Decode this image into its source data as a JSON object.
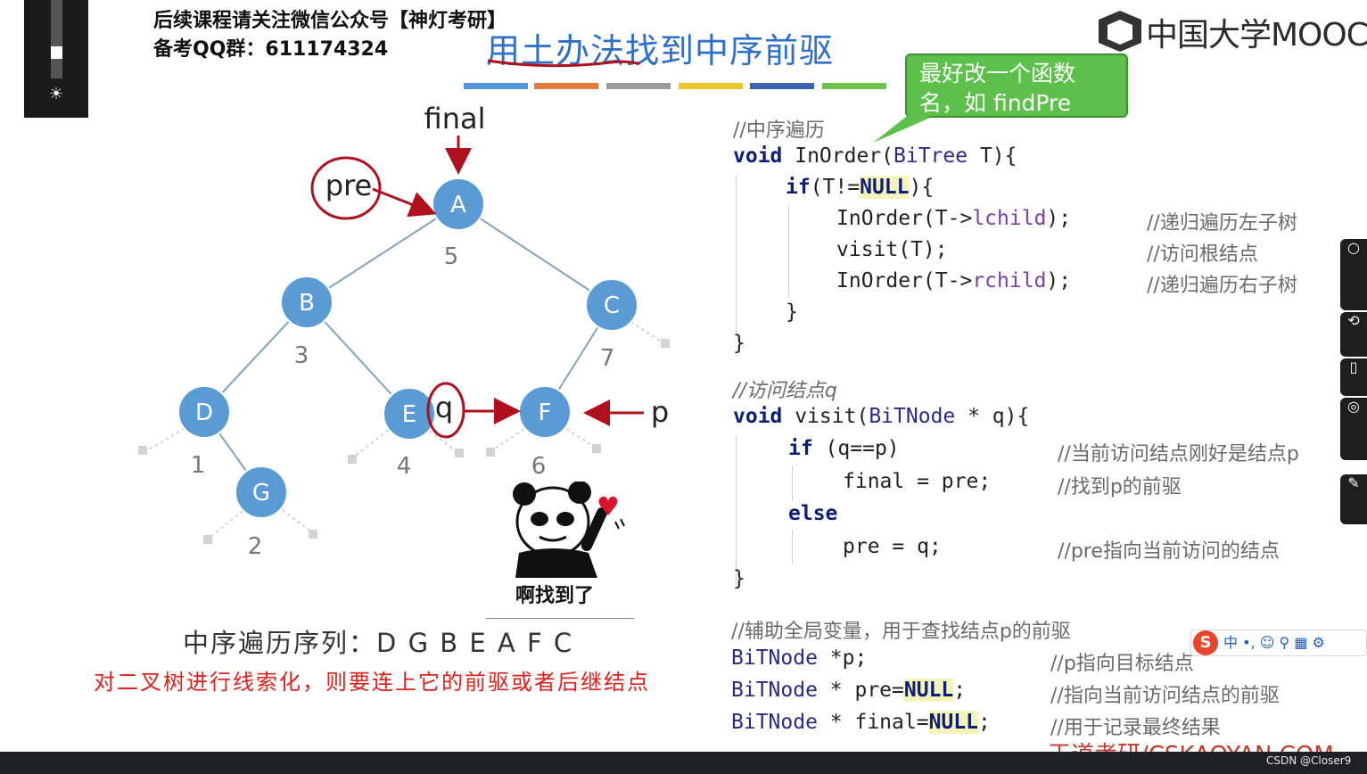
{
  "header": {
    "notice_line_1": "后续课程请关注微信公众号【神灯考研】",
    "notice_line_2": "备考QQ群：611174324",
    "slide_title": "用土办法找到中序前驱",
    "logo_text": "中国大学MOOC",
    "color_bars": [
      "#4f97d6",
      "#e07c3e",
      "#9c9c9c",
      "#e8c62e",
      "#3d63b4",
      "#6cc24a"
    ]
  },
  "callout": {
    "text_line_1": "最好改一个函数",
    "text_line_2": "名，如 findPre"
  },
  "tree": {
    "final_label": "final",
    "pre_label": "pre",
    "q_label": "q",
    "p_label": "p",
    "nodes": [
      {
        "id": "A",
        "order": "5"
      },
      {
        "id": "B",
        "order": "3"
      },
      {
        "id": "C",
        "order": "7"
      },
      {
        "id": "D",
        "order": "1"
      },
      {
        "id": "E",
        "order": "4"
      },
      {
        "id": "F",
        "order": "6"
      },
      {
        "id": "G",
        "order": "2"
      }
    ],
    "node_color": "#5b9bd5",
    "annotation_color": "#b0101e"
  },
  "sequence": {
    "label": "中序遍历序列：",
    "value": "D G B E A F C"
  },
  "note": "对二叉树进行线索化，则要连上它的前驱或者后继结点",
  "sticker_caption": "啊找到了",
  "code": {
    "c_inorder": "//中序遍历",
    "inorder_sig_kw": "void",
    "inorder_sig_name": " InOrder(",
    "inorder_sig_type": "BiTree",
    "inorder_sig_end": " T){",
    "if_kw": "if",
    "if_cond_a": "(T!=",
    "null": "NULL",
    "if_cond_b": "){",
    "call_left_a": "InOrder(T->",
    "call_left_m": "lchild",
    "call_left_b": ");",
    "c_left": "//递归遍历左子树",
    "visit_call": "visit(T);",
    "c_root": "//访问根结点",
    "call_right_a": "InOrder(T->",
    "call_right_m": "rchild",
    "call_right_b": ");",
    "c_right": "//递归遍历右子树",
    "brace_inner": "}",
    "brace_outer": "}",
    "c_visit": "//访问结点q",
    "visit_sig_kw": "void",
    "visit_sig_name": " visit(",
    "visit_sig_type": "BiTNode",
    "visit_sig_end": " * q){",
    "if2_kw": "if",
    "if2_cond": " (q==p)",
    "c_if2": "//当前访问结点刚好是结点p",
    "final_assign": "final = pre;",
    "c_found": "//找到p的前驱",
    "else_kw": "else",
    "pre_assign": "pre = q;",
    "c_pre": "//pre指向当前访问的结点",
    "brace_visit": "}",
    "c_global": "//辅助全局变量，用于查找结点p的前驱",
    "g1_type": "BiTNode",
    "g1_rest": " *p;",
    "c_g1": "//p指向目标结点",
    "g2_type": "BiTNode",
    "g2_rest": " * pre=",
    "g2_null": "NULL",
    "g2_end": ";",
    "c_g2": "//指向当前访问结点的前驱",
    "g3_type": "BiTNode",
    "g3_rest": " * final=",
    "g3_null": "NULL",
    "g3_end": ";",
    "c_g3": "//用于记录最终结果"
  },
  "ime": {
    "logo": "S",
    "tools": "中 •, ☺ ⚲ ▦ ⚙"
  },
  "watermark": "王道考研/CSKAOYAN.COM",
  "csdn": "CSDN @Closer9"
}
